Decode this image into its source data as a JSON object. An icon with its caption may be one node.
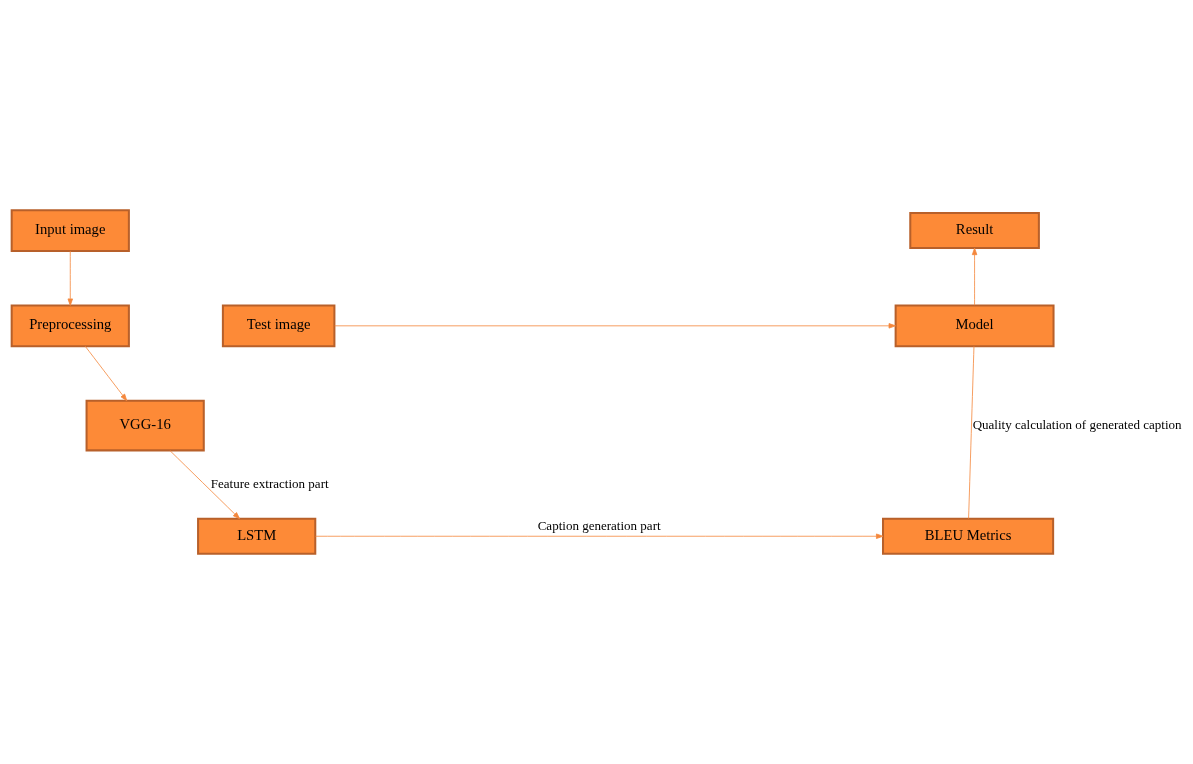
{
  "diagram": {
    "nodes": [
      {
        "text": [
          "Input image"
        ]
      },
      {
        "text": [
          "Result"
        ]
      },
      {
        "text": [
          "Preprocessing"
        ]
      },
      {
        "text": [
          "Test image"
        ]
      },
      {
        "text": [
          "Model"
        ]
      },
      {
        "text": [
          "VGG-16"
        ]
      },
      {
        "text": [
          "LSTM"
        ]
      },
      {
        "text": [
          "BLEU Metrics"
        ]
      }
    ],
    "edges": [
      {
        "from": 0,
        "to": 2,
        "arrow": "to"
      },
      {
        "from": 2,
        "to": 5,
        "arrow": "to"
      },
      {
        "from": 5,
        "to": 6,
        "arrow": "to",
        "label": "Feature extraction part"
      },
      {
        "from": 6,
        "to": 7,
        "arrow": "to",
        "label": "Caption generation part"
      },
      {
        "from": 7,
        "to": 4,
        "arrow": "none",
        "label": "Quality calculation of generated caption"
      },
      {
        "from": 3,
        "to": 4,
        "arrow": "to"
      },
      {
        "from": 4,
        "to": 1,
        "arrow": "to"
      }
    ]
  }
}
